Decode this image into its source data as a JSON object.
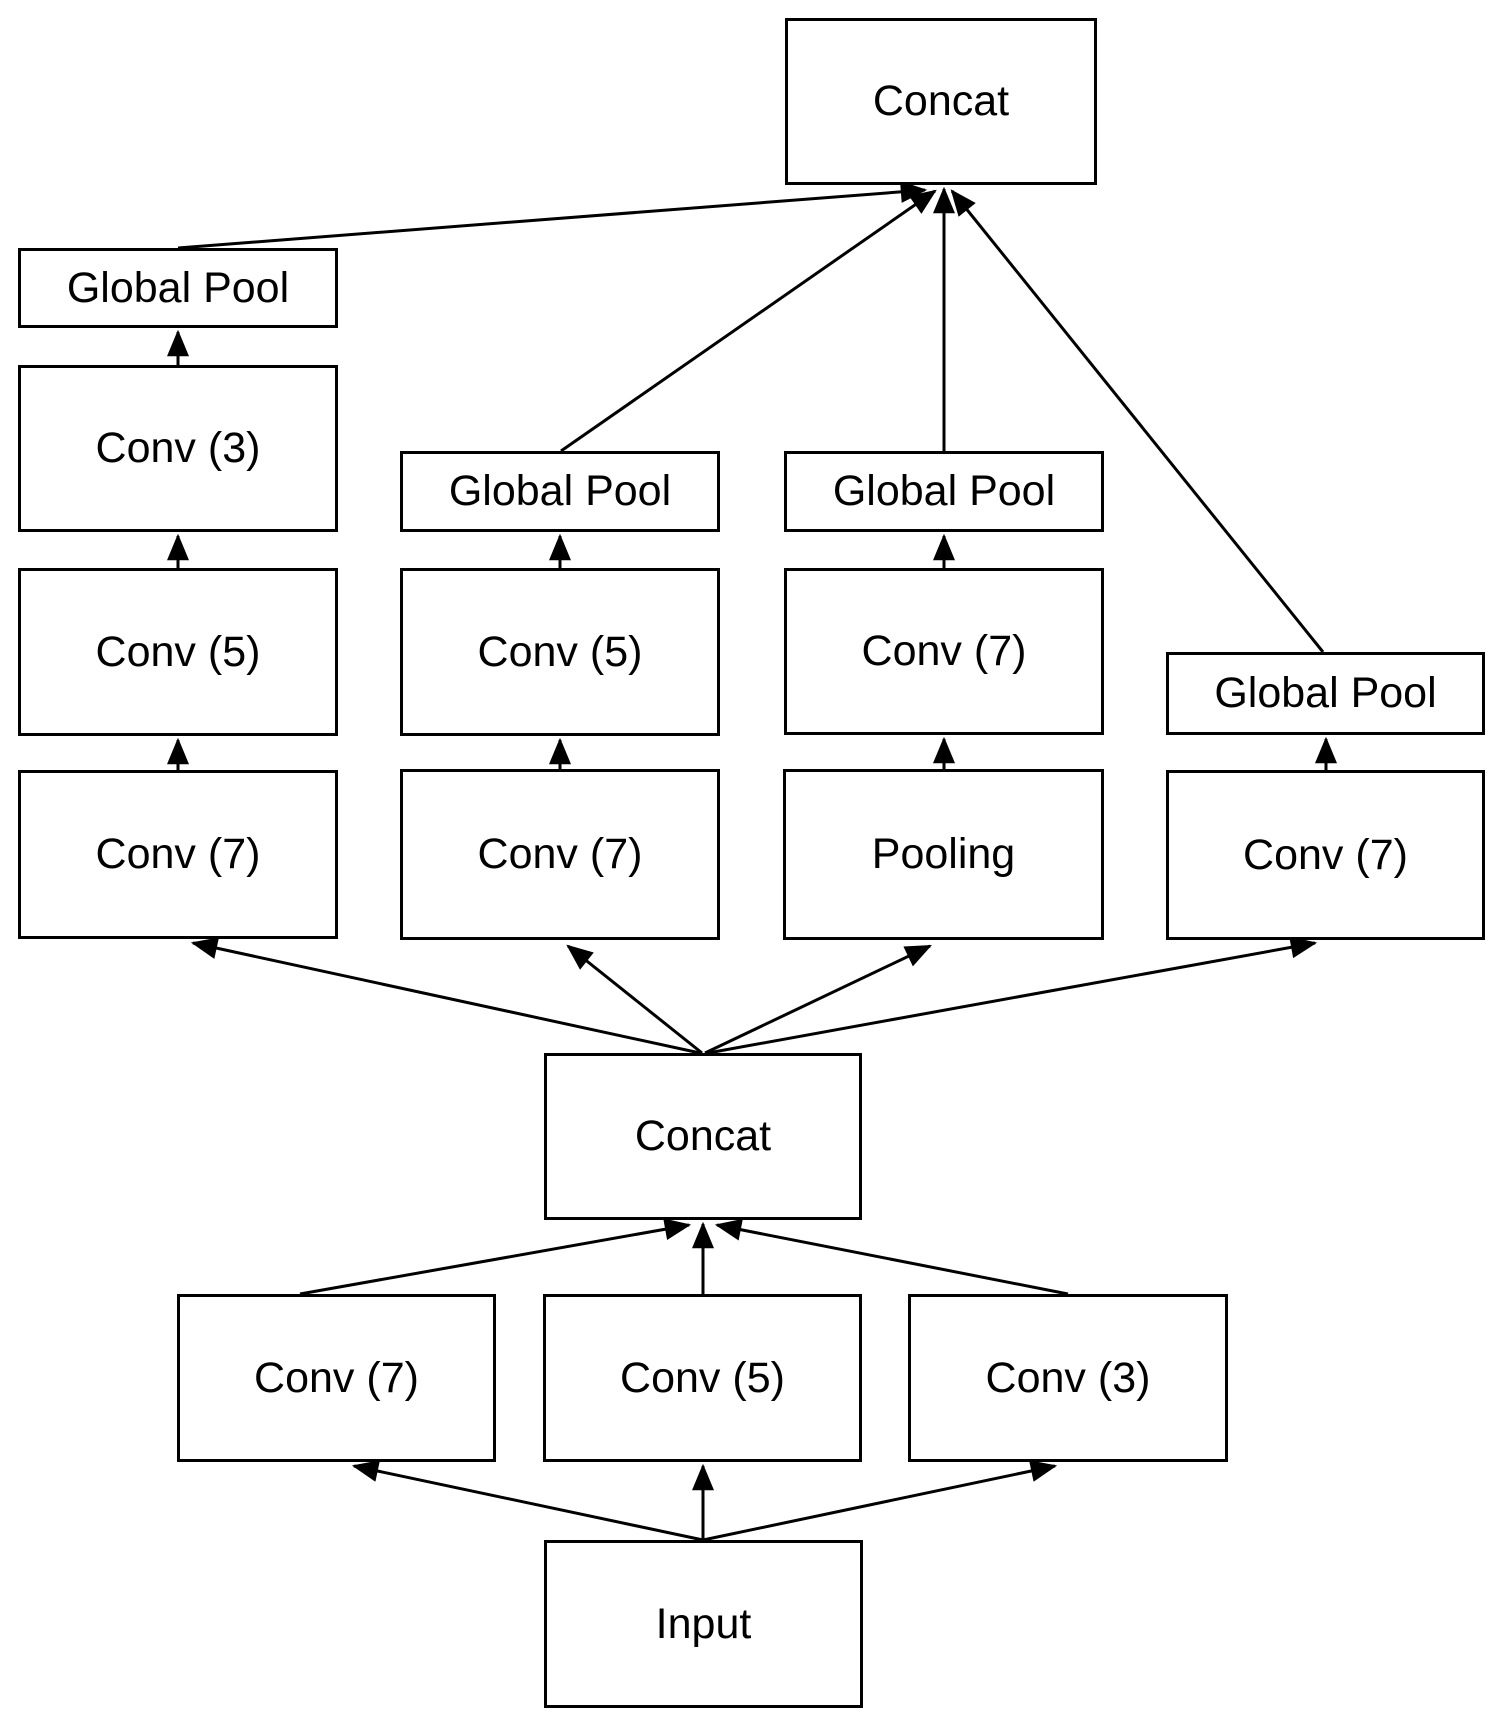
{
  "diagram": {
    "type": "neural-network-architecture",
    "colors": {
      "background": "#ffffff",
      "box_border": "#000000",
      "text": "#000000",
      "edge": "#000000"
    },
    "nodes": [
      {
        "id": "concat-top",
        "label": "Concat"
      },
      {
        "id": "global-pool-1",
        "label": "Global Pool"
      },
      {
        "id": "conv3-col1",
        "label": "Conv (3)"
      },
      {
        "id": "conv5-col1",
        "label": "Conv (5)"
      },
      {
        "id": "conv7-col1",
        "label": "Conv (7)"
      },
      {
        "id": "global-pool-2",
        "label": "Global Pool"
      },
      {
        "id": "conv5-col2",
        "label": "Conv (5)"
      },
      {
        "id": "conv7-col2",
        "label": "Conv (7)"
      },
      {
        "id": "global-pool-3",
        "label": "Global Pool"
      },
      {
        "id": "conv7-col3",
        "label": "Conv (7)"
      },
      {
        "id": "pooling-col3",
        "label": "Pooling"
      },
      {
        "id": "global-pool-4",
        "label": "Global Pool"
      },
      {
        "id": "conv7-col4",
        "label": "Conv (7)"
      },
      {
        "id": "concat-mid",
        "label": "Concat"
      },
      {
        "id": "conv7-bottom",
        "label": "Conv (7)"
      },
      {
        "id": "conv5-bottom",
        "label": "Conv (5)"
      },
      {
        "id": "conv3-bottom",
        "label": "Conv (3)"
      },
      {
        "id": "input",
        "label": "Input"
      }
    ],
    "edges": [
      {
        "from": "input",
        "to": "conv7-bottom"
      },
      {
        "from": "input",
        "to": "conv5-bottom"
      },
      {
        "from": "input",
        "to": "conv3-bottom"
      },
      {
        "from": "conv7-bottom",
        "to": "concat-mid"
      },
      {
        "from": "conv5-bottom",
        "to": "concat-mid"
      },
      {
        "from": "conv3-bottom",
        "to": "concat-mid"
      },
      {
        "from": "concat-mid",
        "to": "conv7-col1"
      },
      {
        "from": "concat-mid",
        "to": "conv7-col2"
      },
      {
        "from": "concat-mid",
        "to": "pooling-col3"
      },
      {
        "from": "concat-mid",
        "to": "conv7-col4"
      },
      {
        "from": "conv7-col1",
        "to": "conv5-col1"
      },
      {
        "from": "conv5-col1",
        "to": "conv3-col1"
      },
      {
        "from": "conv3-col1",
        "to": "global-pool-1"
      },
      {
        "from": "conv7-col2",
        "to": "conv5-col2"
      },
      {
        "from": "conv5-col2",
        "to": "global-pool-2"
      },
      {
        "from": "pooling-col3",
        "to": "conv7-col3"
      },
      {
        "from": "conv7-col3",
        "to": "global-pool-3"
      },
      {
        "from": "conv7-col4",
        "to": "global-pool-4"
      },
      {
        "from": "global-pool-1",
        "to": "concat-top"
      },
      {
        "from": "global-pool-2",
        "to": "concat-top"
      },
      {
        "from": "global-pool-3",
        "to": "concat-top"
      },
      {
        "from": "global-pool-4",
        "to": "concat-top"
      }
    ]
  }
}
